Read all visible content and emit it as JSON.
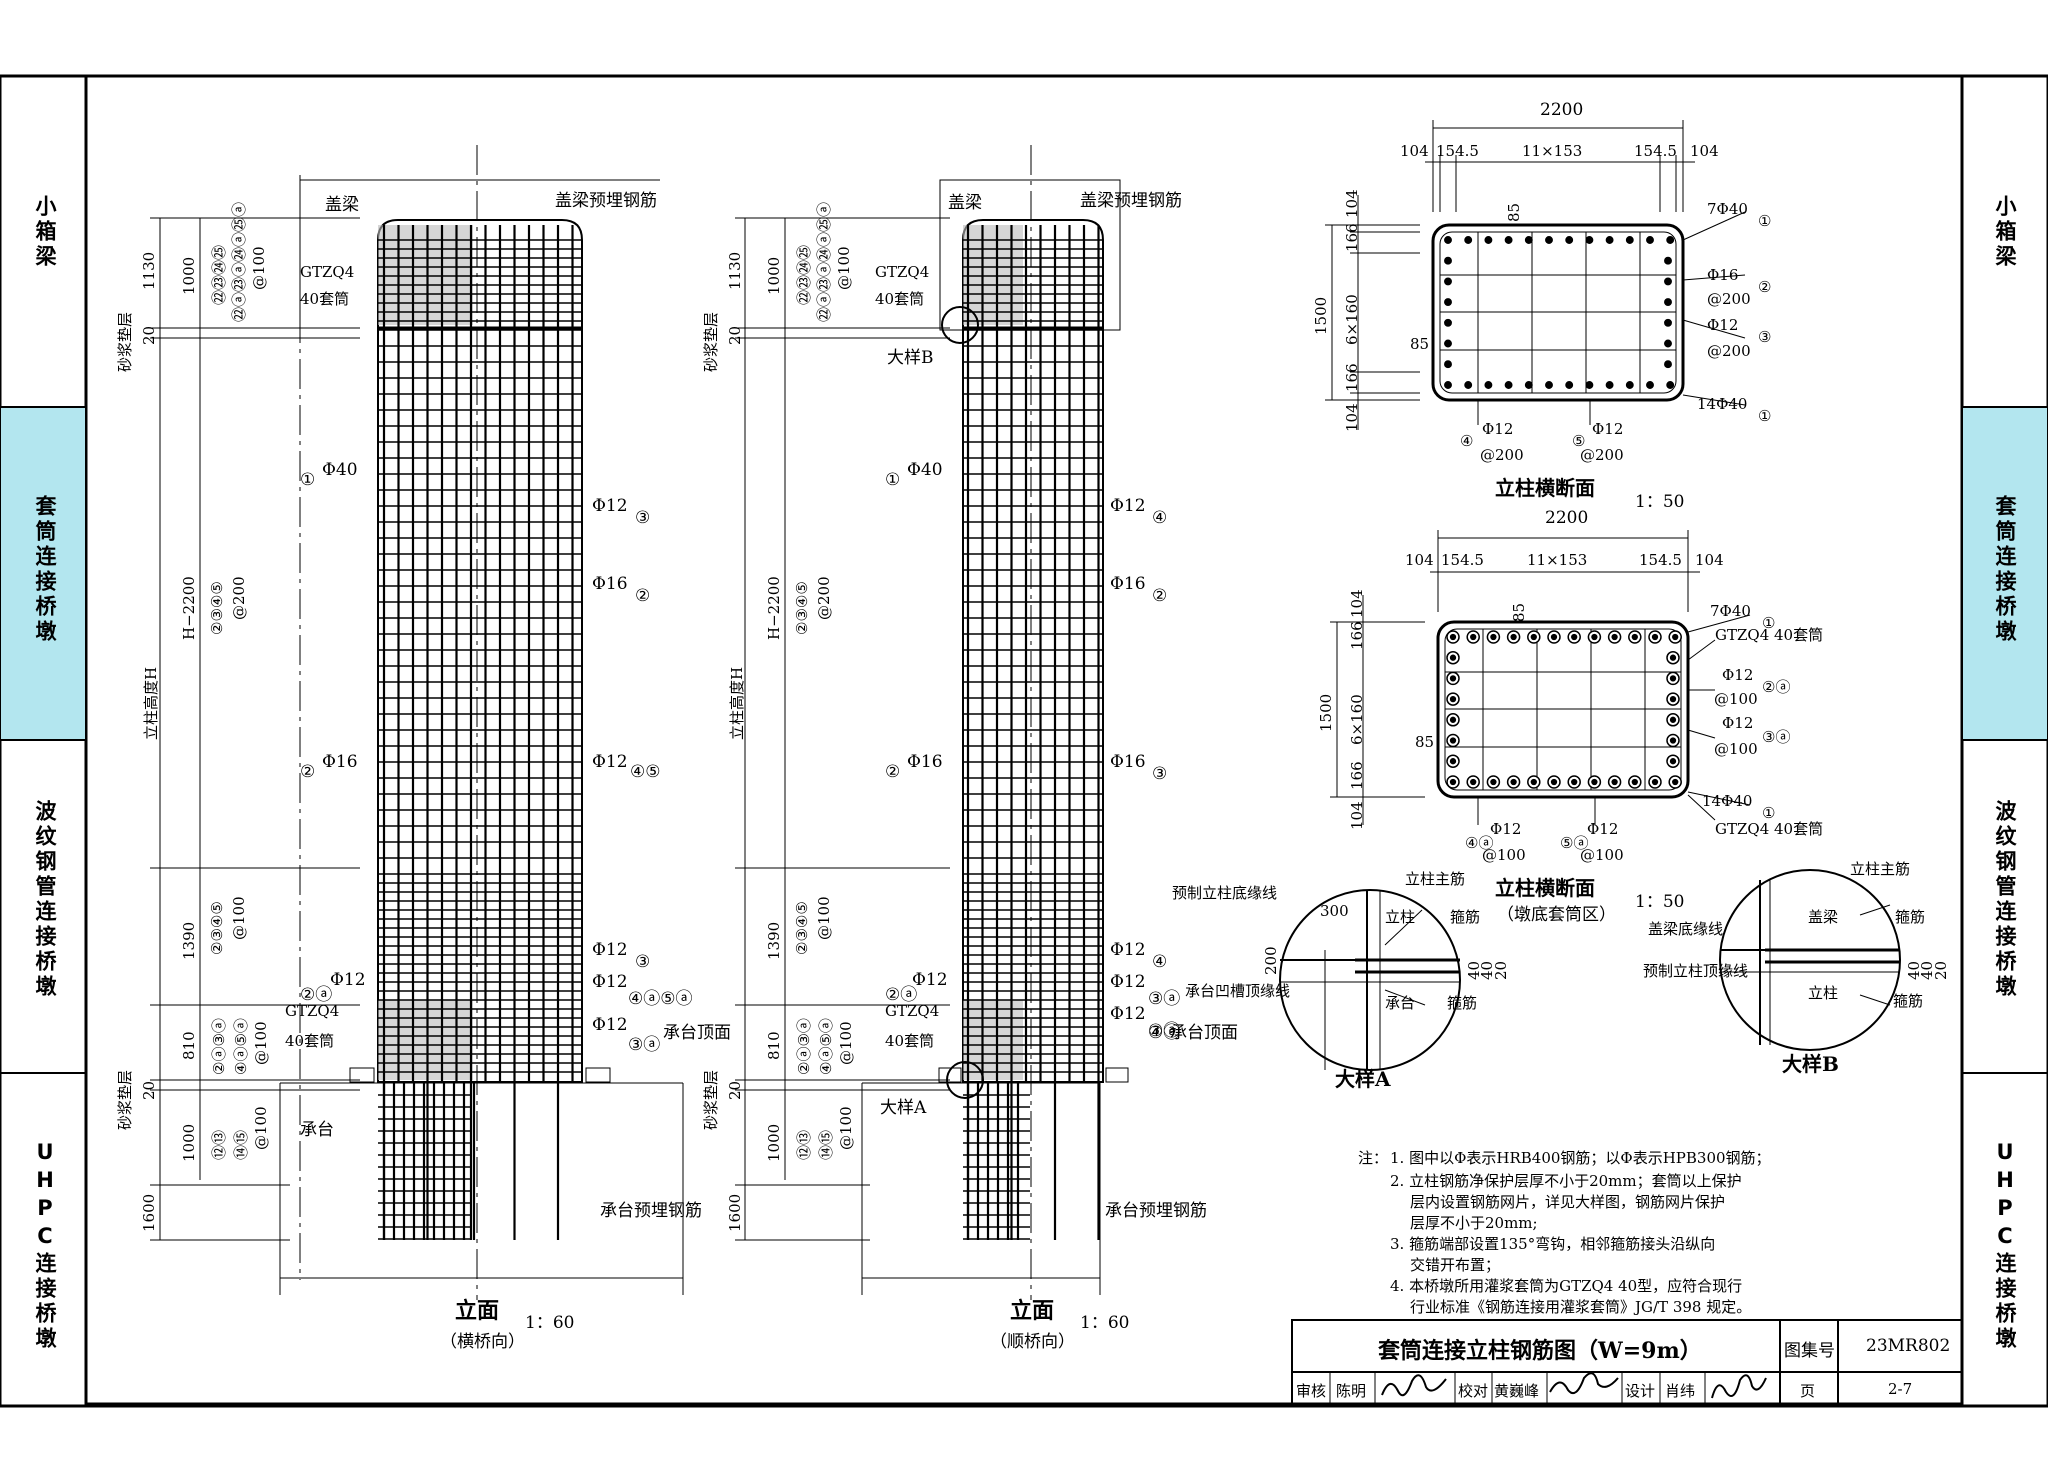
{
  "sidebar": {
    "left": [
      "小箱梁",
      "套筒连接桥墩",
      "波纹钢管连接桥墩",
      "UHPC连接桥墩"
    ],
    "right": [
      "小箱梁",
      "套筒连接桥墩",
      "波纹钢管连接桥墩",
      "UHPC连接桥墩"
    ],
    "active_index": 1,
    "active_color": "#b3e6ef"
  },
  "elev1": {
    "title": "立面",
    "subtitle": "（横桥向）",
    "scale": "1：60",
    "gailiang": "盖梁",
    "embed_top": "盖梁预埋钢筋",
    "gtzq": "GTZQ4",
    "taotong": "40套筒",
    "mortar": "砂浆垫层",
    "height_label": "立柱高度H",
    "cap": "承台",
    "cap_top": "承台顶面",
    "embed_bottom": "承台预埋钢筋",
    "dims": [
      "1130",
      "1000",
      "20",
      "H−2200",
      "1390",
      "810",
      "20",
      "1000",
      "1600"
    ],
    "groups": [
      "㉒㉓㉔㉕",
      "㉒ⓐ㉓ⓐ㉔ⓐ㉕ⓐ",
      "@100",
      "②③④⑤",
      "@200",
      "②③④⑤",
      "@100",
      "②ⓐ③ⓐ",
      "④ⓐ⑤ⓐ",
      "@100",
      "⑫⑬",
      "⑭⑮",
      "@100"
    ],
    "callouts": [
      "①",
      "Φ40",
      "Φ12",
      "③",
      "Φ16",
      "②",
      "②",
      "Φ16",
      "Φ12",
      "④⑤",
      "②ⓐ",
      "Φ12",
      "Φ12",
      "③",
      "Φ12",
      "④ⓐ⑤ⓐ",
      "Φ12",
      "③ⓐ"
    ]
  },
  "elev2": {
    "title": "立面",
    "subtitle": "（顺桥向）",
    "scale": "1：60",
    "gailiang": "盖梁",
    "embed_top": "盖梁预埋钢筋",
    "gtzq": "GTZQ4",
    "taotong": "40套筒",
    "mortar": "砂浆垫层",
    "height_label": "立柱高度H",
    "detailA": "大样A",
    "detailB": "大样B",
    "cap_top": "承台顶面",
    "embed_bottom": "承台预埋钢筋",
    "dims": [
      "1130",
      "1000",
      "20",
      "H−2200",
      "1390",
      "810",
      "20",
      "1000",
      "1600"
    ],
    "callouts": [
      "①",
      "Φ40",
      "Φ12",
      "④",
      "Φ16",
      "②",
      "②",
      "Φ16",
      "Φ16",
      "③",
      "②ⓐ",
      "Φ12",
      "Φ12",
      "④",
      "Φ12",
      "③ⓐ",
      "Φ12",
      "③ⓐ",
      "④ⓐ"
    ]
  },
  "section1": {
    "title": "立柱横断面",
    "scale": "1：50",
    "top_total": "2200",
    "top_parts": [
      "104",
      "154.5",
      "11×153",
      "154.5",
      "104"
    ],
    "left_total": "1500",
    "left_parts": [
      "104",
      "166",
      "6×160",
      "166",
      "104"
    ],
    "inner": [
      "85",
      "85"
    ],
    "labels": [
      "7Φ40",
      "①",
      "Φ16",
      "②",
      "@200",
      "Φ12",
      "③",
      "@200",
      "14Φ40",
      "①",
      "④",
      "Φ12",
      "@200",
      "⑤",
      "Φ12",
      "@200"
    ]
  },
  "section2": {
    "title": "立柱横断面",
    "subtitle": "（墩底套筒区）",
    "scale": "1：50",
    "top_total": "2200",
    "top_parts": [
      "104",
      "154.5",
      "11×153",
      "154.5",
      "104"
    ],
    "left_total": "1500",
    "left_parts": [
      "104",
      "166",
      "6×160",
      "166",
      "104"
    ],
    "inner": [
      "85",
      "85"
    ],
    "labels": [
      "7Φ40",
      "①",
      "GTZQ4 40套筒",
      "Φ12",
      "②ⓐ",
      "@100",
      "Φ12",
      "③ⓐ",
      "@100",
      "14Φ40",
      "①",
      "GTZQ4 40套筒",
      "④ⓐ",
      "Φ12",
      "@100",
      "⑤ⓐ",
      "Φ12",
      "@100"
    ]
  },
  "detailA": {
    "title": "大样A",
    "labels": [
      "预制立柱底缘线",
      "立柱主筋",
      "300",
      "立柱",
      "箍筋",
      "200",
      "承台凹槽顶缘线",
      "40",
      "40",
      "20",
      "承台",
      "箍筋"
    ]
  },
  "detailB": {
    "title": "大样B",
    "labels": [
      "立柱主筋",
      "盖梁",
      "箍筋",
      "盖梁底缘线",
      "预制立柱顶缘线",
      "40",
      "40",
      "20",
      "立柱",
      "箍筋"
    ]
  },
  "notes": {
    "head": "注：",
    "items": [
      "1. 图中以Φ表示HRB400钢筋；以Φ表示HPB300钢筋；",
      "2. 立柱钢筋净保护层厚不小于20mm；套筒以上保护",
      "层内设置钢筋网片，详见大样图，钢筋网片保护",
      "层厚不小于20mm;",
      "3. 箍筋端部设置135°弯钩，相邻箍筋接头沿纵向",
      "交错开布置；",
      "4. 本桥墩所用灌浆套筒为GTZQ4 40型，应符合现行",
      "行业标准《钢筋连接用灌浆套筒》JG/T 398 规定。"
    ]
  },
  "titleblock": {
    "title": "套筒连接立柱钢筋图（W=9m）",
    "atlas_label": "图集号",
    "atlas_value": "23MR802",
    "review": "审核",
    "reviewer": "陈明",
    "check": "校对",
    "checker": "黄巍峰",
    "design": "设计",
    "designer": "肖纬",
    "page_label": "页",
    "page_value": "2-7"
  }
}
